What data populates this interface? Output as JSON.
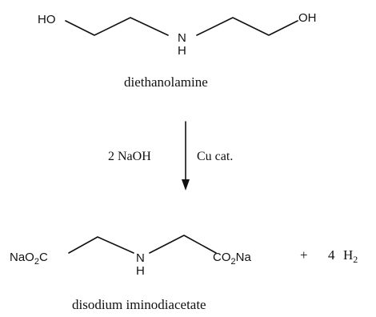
{
  "reactant": {
    "atoms": {
      "left_oh": "HO",
      "right_oh": "OH",
      "nitrogen": "N",
      "hydrogen": "H"
    },
    "name": "diethanolamine"
  },
  "conditions": {
    "reagent": "2 NaOH",
    "catalyst": "Cu cat."
  },
  "product": {
    "left_group": {
      "prefix": "NaO",
      "sub": "2",
      "suffix": "C"
    },
    "right_group": {
      "prefix": "CO",
      "sub": "2",
      "suffix": "Na"
    },
    "atoms": {
      "nitrogen": "N",
      "hydrogen": "H"
    },
    "name": "disodium iminodiacetate"
  },
  "byproduct": {
    "plus": "+",
    "coefficient": "4",
    "symbol": "H",
    "sub": "2"
  }
}
